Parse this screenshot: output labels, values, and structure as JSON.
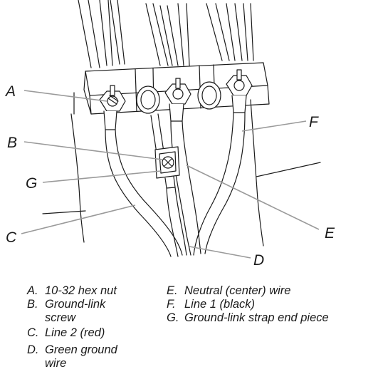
{
  "callouts": {
    "A": "A",
    "B": "B",
    "G": "G",
    "C": "C",
    "F": "F",
    "E": "E",
    "D": "D"
  },
  "legend": {
    "items": [
      {
        "letter": "A.",
        "text_lines": [
          "10-32 hex nut"
        ]
      },
      {
        "letter": "B.",
        "text_lines": [
          "Ground-link",
          "screw"
        ]
      },
      {
        "letter": "C.",
        "text_lines": [
          "Line 2 (red)"
        ]
      },
      {
        "letter": "D.",
        "text_lines": [
          "Green ground",
          "wire"
        ]
      },
      {
        "letter": "E.",
        "text_lines": [
          "Neutral (center) wire"
        ]
      },
      {
        "letter": "F.",
        "text_lines": [
          "Line 1 (black)"
        ]
      },
      {
        "letter": "G.",
        "text_lines": [
          "Ground-link strap end piece"
        ]
      }
    ]
  },
  "colors": {
    "line": "#1a1a1a",
    "leader": "#9a9a9a",
    "background": "#ffffff"
  }
}
